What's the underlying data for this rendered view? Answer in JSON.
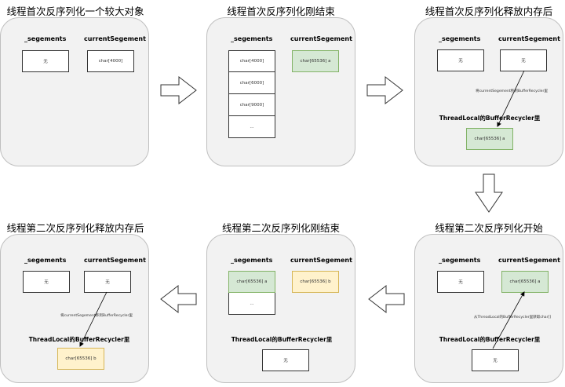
{
  "panels": [
    {
      "title": "线程首次反序列化一个较大对象",
      "col1": "_segements",
      "col2": "currentSegement",
      "segments": [
        "无"
      ],
      "current": "char[4000]"
    },
    {
      "title": "线程首次反序列化刚结束",
      "col1": "_segements",
      "col2": "currentSegement",
      "segments": [
        "char[4000]",
        "char[6000]",
        "char[9000]",
        "..."
      ],
      "current": "char[65536] a"
    },
    {
      "title": "线程首次反序列化释放内存后",
      "col1": "_segements",
      "col2": "currentSegement",
      "segments": [
        "无"
      ],
      "current": "无",
      "note": "将currentSegement移到BufferRecycler里",
      "recycler_label": "ThreadLocal的BufferRecycler里",
      "recycler": "char[65536] a"
    },
    {
      "title": "线程第二次反序列化开始",
      "col1": "_segements",
      "col2": "currentSegement",
      "segments": [
        "无"
      ],
      "current": "char[65536] a",
      "note": "从ThreadLocal的BufferRecycler里获取char[]",
      "recycler_label": "ThreadLocal的BufferRecycler里",
      "recycler": "无"
    },
    {
      "title": "线程第二次反序列化刚结束",
      "col1": "_segements",
      "col2": "currentSegement",
      "segments": [
        "char[65536] a",
        "..."
      ],
      "current": "char[65536] b",
      "recycler_label": "ThreadLocal的BufferRecycler里",
      "recycler": "无"
    },
    {
      "title": "线程第二次反序列化释放内存后",
      "col1": "_segements",
      "col2": "currentSegement",
      "segments": [
        "无"
      ],
      "current": "无",
      "note": "将currentSegement移到BufferRecycler里",
      "recycler_label": "ThreadLocal的BufferRecycler里",
      "recycler": "char[65536] b"
    }
  ],
  "colors": {
    "panel_bg": "#f2f2f2",
    "green_fill": "#d5e8d4",
    "green_stroke": "#82b366",
    "yellow_fill": "#fff2cc",
    "yellow_stroke": "#d6b656"
  }
}
